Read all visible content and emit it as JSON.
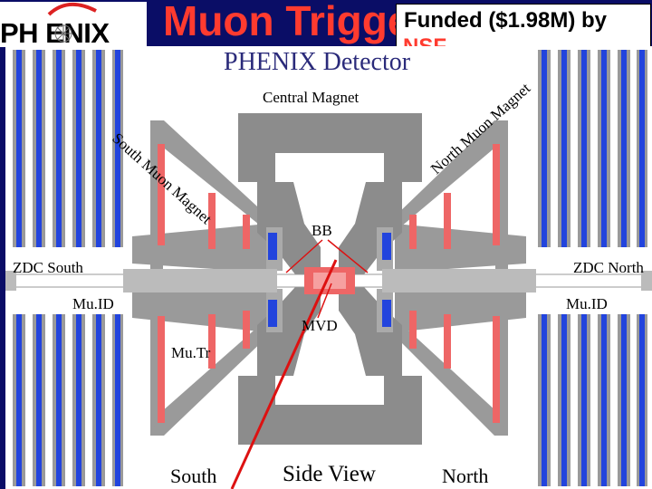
{
  "header": {
    "logo_text": "PH ENIX",
    "title": "Muon Trigger",
    "funded_text": "Funded ($1.98M) by",
    "funded_overflow": "NSF"
  },
  "diagram": {
    "title": "PHENIX Detector",
    "labels": {
      "central_magnet": "Central Magnet",
      "south_muon_magnet": "South Muon Magnet",
      "north_muon_magnet": "North Muon Magnet",
      "bb": "BB",
      "zdc_south": "ZDC South",
      "zdc_north": "ZDC North",
      "muid_left": "Mu.ID",
      "muid_right": "Mu.ID",
      "mvd": "MVD",
      "mutr": "Mu.Tr",
      "south": "South",
      "side_view": "Side View",
      "north": "North"
    }
  },
  "colors": {
    "background": "#0a0d66",
    "title": "#ff3b2f",
    "steel": "#8c8c8c",
    "muid_blue": "#2244dd",
    "mutr_red": "#ee6666",
    "laser_red": "#dd1111"
  }
}
